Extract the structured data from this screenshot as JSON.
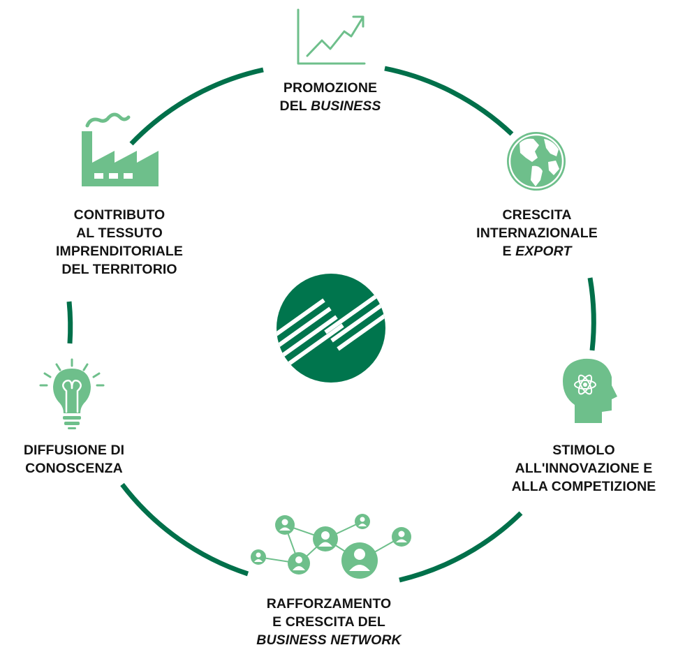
{
  "colors": {
    "ring": "#00704a",
    "icon": "#6ebf8b",
    "logo": "#00754d",
    "text": "#141414"
  },
  "logo": {
    "name": "center-logo"
  },
  "items": [
    {
      "key": "business",
      "icon": "growth-chart-icon",
      "lines": [
        {
          "plain": "PROMOZIONE",
          "italic": ""
        },
        {
          "plain": "DEL ",
          "italic": "BUSINESS"
        }
      ]
    },
    {
      "key": "export",
      "icon": "globe-icon",
      "lines": [
        {
          "plain": "CRESCITA",
          "italic": ""
        },
        {
          "plain": "INTERNAZIONALE",
          "italic": ""
        },
        {
          "plain": "E ",
          "italic": "EXPORT"
        }
      ]
    },
    {
      "key": "innovation",
      "icon": "head-atom-icon",
      "lines": [
        {
          "plain": "STIMOLO",
          "italic": ""
        },
        {
          "plain": "ALL'INNOVAZIONE E",
          "italic": ""
        },
        {
          "plain": "ALLA COMPETIZIONE",
          "italic": ""
        }
      ]
    },
    {
      "key": "network",
      "icon": "people-network-icon",
      "lines": [
        {
          "plain": "RAFFORZAMENTO",
          "italic": ""
        },
        {
          "plain": "E CRESCITA DEL",
          "italic": ""
        },
        {
          "plain": "",
          "italic": "BUSINESS NETWORK"
        }
      ]
    },
    {
      "key": "knowledge",
      "icon": "lightbulb-icon",
      "lines": [
        {
          "plain": "DIFFUSIONE DI",
          "italic": ""
        },
        {
          "plain": "CONOSCENZA",
          "italic": ""
        }
      ]
    },
    {
      "key": "territory",
      "icon": "factory-icon",
      "lines": [
        {
          "plain": "CONTRIBUTO",
          "italic": ""
        },
        {
          "plain": "AL TESSUTO",
          "italic": ""
        },
        {
          "plain": "IMPRENDITORIALE",
          "italic": ""
        },
        {
          "plain": "DEL TERRITORIO",
          "italic": ""
        }
      ]
    }
  ]
}
